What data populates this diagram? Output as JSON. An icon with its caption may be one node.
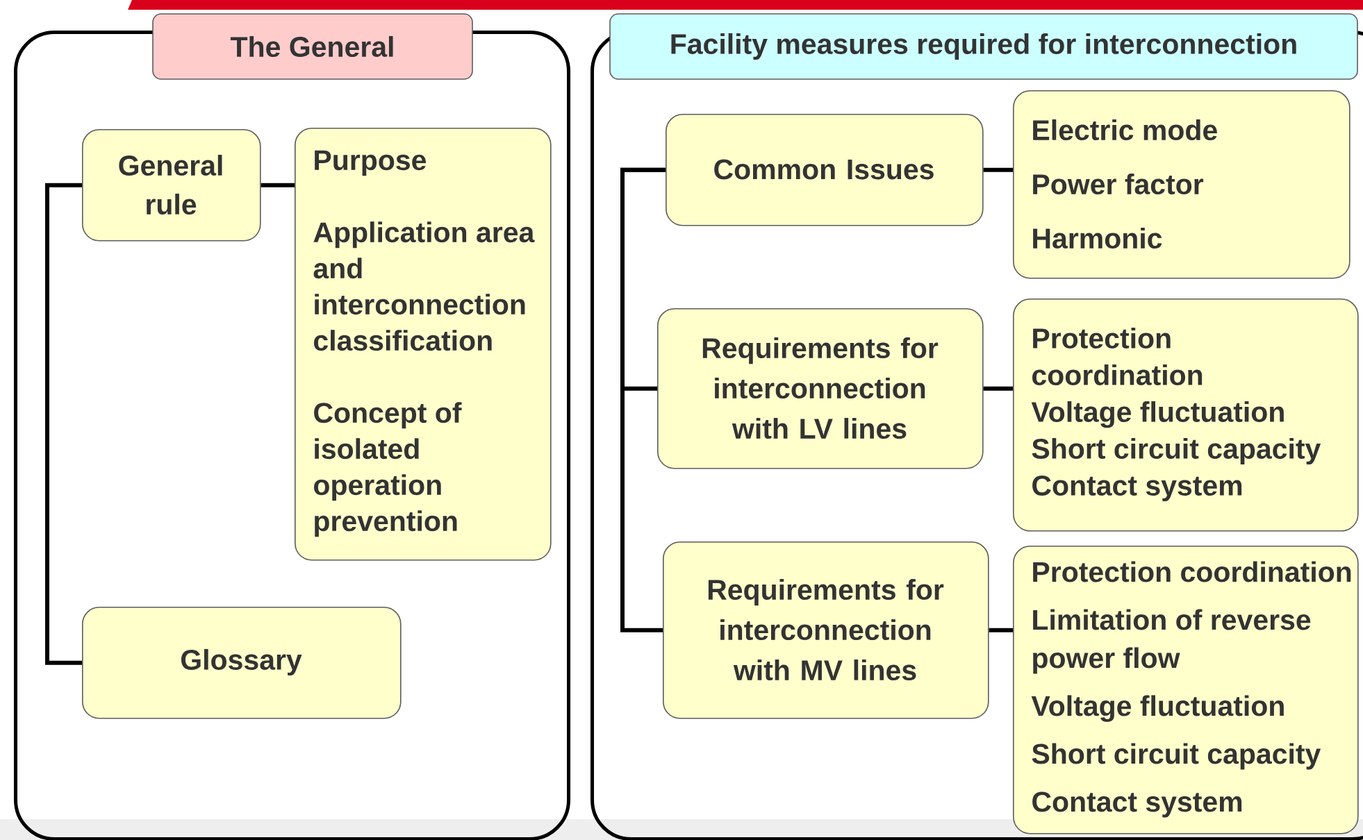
{
  "diagram": {
    "nodes": [
      {
        "text": [
          "The General"
        ]
      },
      {
        "text": [
          "General rule"
        ],
        "in": 0
      },
      {
        "text": [
          "Purpose",
          "Application area and interconnection classification",
          "Concept of isolated operation prevention"
        ],
        "in": 0
      },
      {
        "text": [
          "Glossary"
        ],
        "in": 0
      },
      {
        "text": [
          "Facility measures required for interconnection"
        ]
      },
      {
        "text": [
          "Common Issues"
        ],
        "in": 4
      },
      {
        "text": [
          "Electric mode",
          "Power factor",
          "Harmonic"
        ],
        "in": 4
      },
      {
        "text": [
          "Requirements for interconnection with LV lines"
        ],
        "in": 4
      },
      {
        "text": [
          "Protection coordination",
          "Voltage fluctuation",
          "Short circuit capacity",
          "Contact system"
        ],
        "in": 4
      },
      {
        "text": [
          "Requirements for interconnection with MV lines"
        ],
        "in": 4
      },
      {
        "text": [
          "Protection coordination",
          "Limitation of reverse power flow",
          "Voltage fluctuation",
          "Short circuit capacity",
          "Contact system"
        ],
        "in": 4
      }
    ],
    "edges": [
      {
        "from": 1,
        "to": 2,
        "arrow": "none"
      },
      {
        "from": 1,
        "to": 3,
        "arrow": "none"
      },
      {
        "from": 5,
        "to": 6,
        "arrow": "none"
      },
      {
        "from": 5,
        "to": 7,
        "arrow": "none"
      },
      {
        "from": 7,
        "to": 8,
        "arrow": "none"
      },
      {
        "from": 5,
        "to": 9,
        "arrow": "none"
      },
      {
        "from": 9,
        "to": 10,
        "arrow": "none"
      }
    ]
  }
}
